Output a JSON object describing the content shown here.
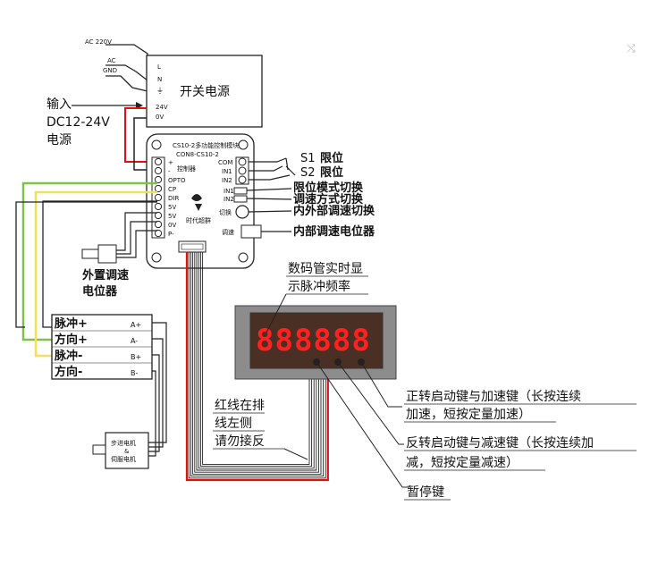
{
  "power_supply": {
    "title": "开关电源",
    "terminals": [
      "L",
      "N",
      "⏚",
      "24V",
      "0V"
    ],
    "ac_labels": [
      "AC 220V",
      "AC",
      "GND"
    ]
  },
  "input_label": [
    "输入",
    "DC12-24V",
    "电源"
  ],
  "controller": {
    "line1": "CS10-2多功能控制模块",
    "line2": "CON8-CS10-2",
    "left_pins": [
      "+",
      "-",
      "OPTO",
      "CP",
      "DIR",
      "5V",
      "5V",
      "0V",
      "P-"
    ],
    "right_pins": [
      "COM",
      "IN1",
      "IN2"
    ],
    "center_label": "控制器",
    "switch_label": "切换",
    "knob_label": "调速",
    "logo_text": "时代超群"
  },
  "annotations": {
    "s1": "S1",
    "s2": "S2",
    "limit1": "限位",
    "limit2": "限位",
    "limit_mode": "限位模式切换",
    "speed_mode": "调速方式切换",
    "int_ext": "内外部调速切换",
    "int_pot": "内部调速电位器",
    "ext_pot": [
      "外置调速",
      "电位器"
    ],
    "display": [
      "数码管实时显",
      "示脉冲频率"
    ],
    "fwd_key": [
      "正转启动键与加速键（长按连续",
      "加速，短按定量加速）"
    ],
    "rev_key": [
      "反转启动键与减速键（长按连续加",
      "减，短按定量减速）"
    ],
    "pause": "暂停键",
    "red_line": [
      "红线在排",
      "线左侧",
      "请勿接反"
    ]
  },
  "display": {
    "digits": "888888"
  },
  "driver": {
    "left": [
      "脉冲+",
      "方向+",
      "脉冲-",
      "方向-"
    ],
    "right": [
      "A+",
      "A-",
      "B+",
      "B-"
    ]
  },
  "motor": {
    "line1": "步进电机",
    "line2": "&",
    "line3": "伺服电机"
  },
  "corner_icon": "⤭",
  "colors": {
    "red": "#e01010",
    "green": "#7ec24a",
    "yellow": "#f2e05a",
    "wire": "#222222"
  }
}
